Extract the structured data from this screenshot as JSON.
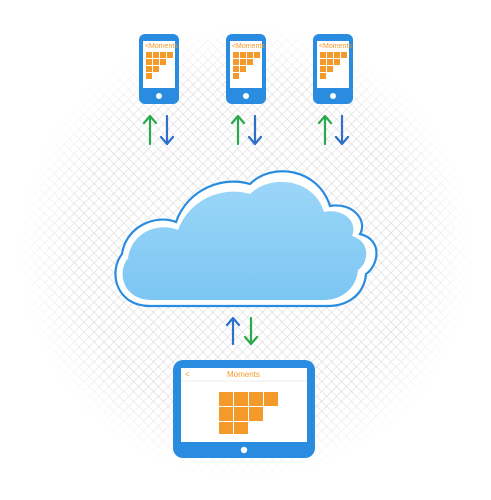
{
  "phones": [
    {
      "back_glyph": "<",
      "screen_title": "Moments"
    },
    {
      "back_glyph": "<",
      "screen_title": "Moments"
    },
    {
      "back_glyph": "<",
      "screen_title": "Moments"
    }
  ],
  "tablet": {
    "back_glyph": "<",
    "screen_title": "Moments"
  },
  "icons": {
    "cloud": "cloud-icon",
    "upload_arrow": "arrow-up-icon",
    "download_arrow": "arrow-down-icon",
    "photo_grid": "photo-grid-icon",
    "home_button": "home-button-icon"
  },
  "colors": {
    "device_blue": "#2a8ce0",
    "cloud_fill": "#8fd0f6",
    "cloud_outline": "#2a8ce0",
    "upload_arrow": "#2aa84c",
    "download_arrow": "#2d6fc9",
    "photo_tile": "#f39a2b",
    "background_hatch": "#d9d9d9"
  }
}
